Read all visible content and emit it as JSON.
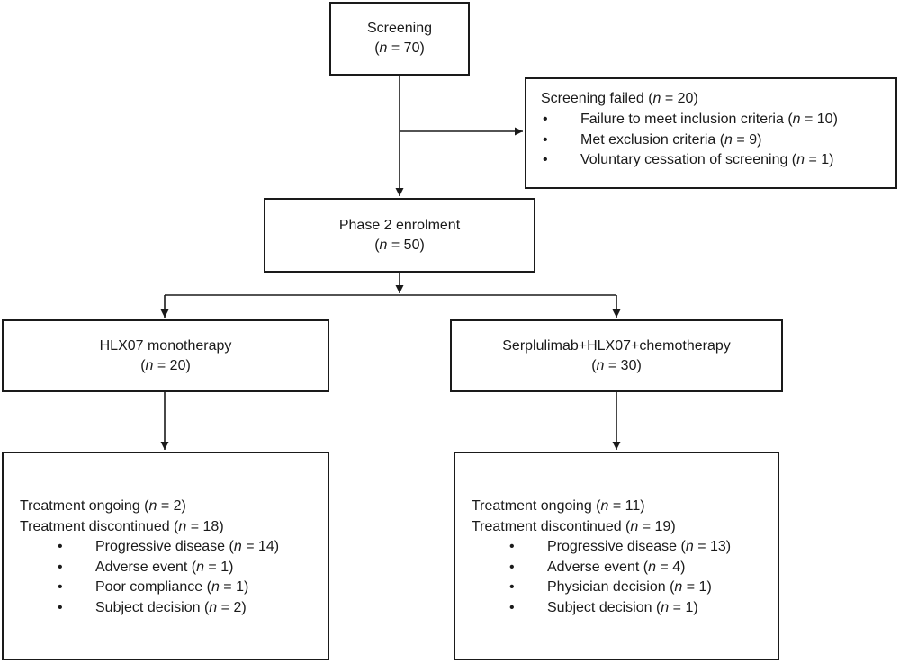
{
  "screening": {
    "title": "Screening",
    "n_prefix": "(",
    "n_var": "n",
    "n_suffix": " = 70)"
  },
  "screening_failed": {
    "header": "Screening failed (n = 20)",
    "reasons": [
      {
        "text_before": "Failure to meet inclusion criteria (",
        "n_var": "n",
        "text_after": " = 10)"
      },
      {
        "text_before": "Met exclusion criteria (",
        "n_var": "n",
        "text_after": " = 9)"
      },
      {
        "text_before": "Voluntary cessation of screening (",
        "n_var": "n",
        "text_after": " = 1)"
      }
    ]
  },
  "enrolment": {
    "title": "Phase 2 enrolment",
    "n_prefix": "(",
    "n_var": "n",
    "n_suffix": " = 50)"
  },
  "arm_mono": {
    "title": "HLX07 monotherapy",
    "n_prefix": "(",
    "n_var": "n",
    "n_suffix": " = 20)"
  },
  "arm_combo": {
    "title": "Serplulimab+HLX07+chemotherapy",
    "n_prefix": "(",
    "n_var": "n",
    "n_suffix": " = 30)"
  },
  "outcome_mono": {
    "ongoing": {
      "text_before": "Treatment ongoing (",
      "n_var": "n",
      "text_after": " = 2)"
    },
    "discontinued": {
      "text_before": "Treatment discontinued (",
      "n_var": "n",
      "text_after": " = 18)"
    },
    "reasons": [
      {
        "text_before": "Progressive disease (",
        "n_var": "n",
        "text_after": " = 14)"
      },
      {
        "text_before": "Adverse event (",
        "n_var": "n",
        "text_after": " = 1)"
      },
      {
        "text_before": "Poor compliance (",
        "n_var": "n",
        "text_after": " = 1)"
      },
      {
        "text_before": "Subject decision (",
        "n_var": "n",
        "text_after": " = 2)"
      }
    ]
  },
  "outcome_combo": {
    "ongoing": {
      "text_before": "Treatment ongoing (",
      "n_var": "n",
      "text_after": " = 11)"
    },
    "discontinued": {
      "text_before": "Treatment discontinued (",
      "n_var": "n",
      "text_after": " = 19)"
    },
    "reasons": [
      {
        "text_before": "Progressive disease (",
        "n_var": "n",
        "text_after": " = 13)"
      },
      {
        "text_before": "Adverse event (",
        "n_var": "n",
        "text_after": " = 4)"
      },
      {
        "text_before": "Physician decision (",
        "n_var": "n",
        "text_after": " = 1)"
      },
      {
        "text_before": "Subject decision (",
        "n_var": "n",
        "text_after": " = 1)"
      }
    ]
  },
  "bullet_glyph": "•"
}
